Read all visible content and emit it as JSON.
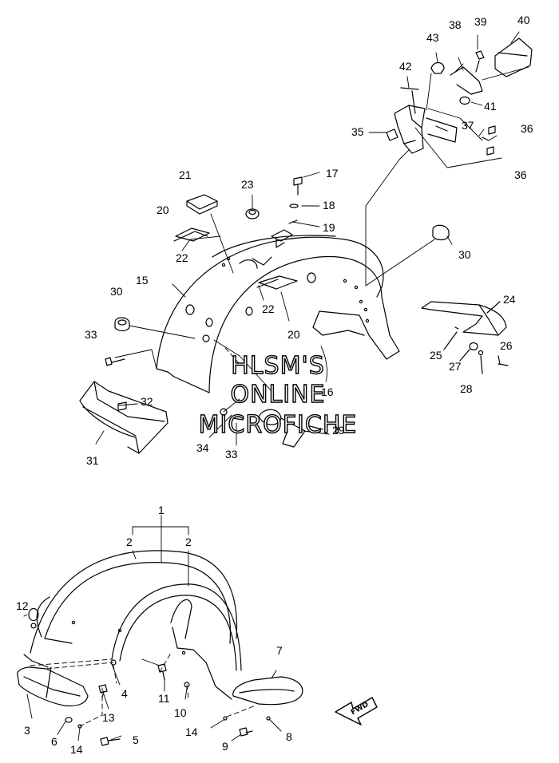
{
  "diagram": {
    "callouts": [
      {
        "id": "c1",
        "text": "1"
      },
      {
        "id": "c2a",
        "text": "2"
      },
      {
        "id": "c2b",
        "text": "2"
      },
      {
        "id": "c3",
        "text": "3"
      },
      {
        "id": "c4",
        "text": "4"
      },
      {
        "id": "c5",
        "text": "5"
      },
      {
        "id": "c6",
        "text": "6"
      },
      {
        "id": "c7",
        "text": "7"
      },
      {
        "id": "c8",
        "text": "8"
      },
      {
        "id": "c9",
        "text": "9"
      },
      {
        "id": "c10",
        "text": "10"
      },
      {
        "id": "c11",
        "text": "11"
      },
      {
        "id": "c12",
        "text": "12"
      },
      {
        "id": "c13",
        "text": "13"
      },
      {
        "id": "c14a",
        "text": "14"
      },
      {
        "id": "c14b",
        "text": "14"
      },
      {
        "id": "c15",
        "text": "15"
      },
      {
        "id": "c16",
        "text": "16"
      },
      {
        "id": "c17",
        "text": "17"
      },
      {
        "id": "c18",
        "text": "18"
      },
      {
        "id": "c19",
        "text": "19"
      },
      {
        "id": "c20a",
        "text": "20"
      },
      {
        "id": "c20b",
        "text": "20"
      },
      {
        "id": "c21",
        "text": "21"
      },
      {
        "id": "c22a",
        "text": "22"
      },
      {
        "id": "c22b",
        "text": "22"
      },
      {
        "id": "c23",
        "text": "23"
      },
      {
        "id": "c24",
        "text": "24"
      },
      {
        "id": "c25",
        "text": "25"
      },
      {
        "id": "c26",
        "text": "26"
      },
      {
        "id": "c27",
        "text": "27"
      },
      {
        "id": "c28",
        "text": "28"
      },
      {
        "id": "c29",
        "text": "29"
      },
      {
        "id": "c30a",
        "text": "30"
      },
      {
        "id": "c30b",
        "text": "30"
      },
      {
        "id": "c31",
        "text": "31"
      },
      {
        "id": "c32",
        "text": "32"
      },
      {
        "id": "c33a",
        "text": "33"
      },
      {
        "id": "c33b",
        "text": "33"
      },
      {
        "id": "c34",
        "text": "34"
      },
      {
        "id": "c35",
        "text": "35"
      },
      {
        "id": "c36a",
        "text": "36"
      },
      {
        "id": "c36b",
        "text": "36"
      },
      {
        "id": "c37",
        "text": "37"
      },
      {
        "id": "c38",
        "text": "38"
      },
      {
        "id": "c39",
        "text": "39"
      },
      {
        "id": "c40",
        "text": "40"
      },
      {
        "id": "c41",
        "text": "41"
      },
      {
        "id": "c42",
        "text": "42"
      },
      {
        "id": "c43",
        "text": "43"
      }
    ],
    "fwd_label": "FWD",
    "watermark": [
      "HLSM'S",
      "ONLINE",
      "MICROFICHE"
    ]
  }
}
